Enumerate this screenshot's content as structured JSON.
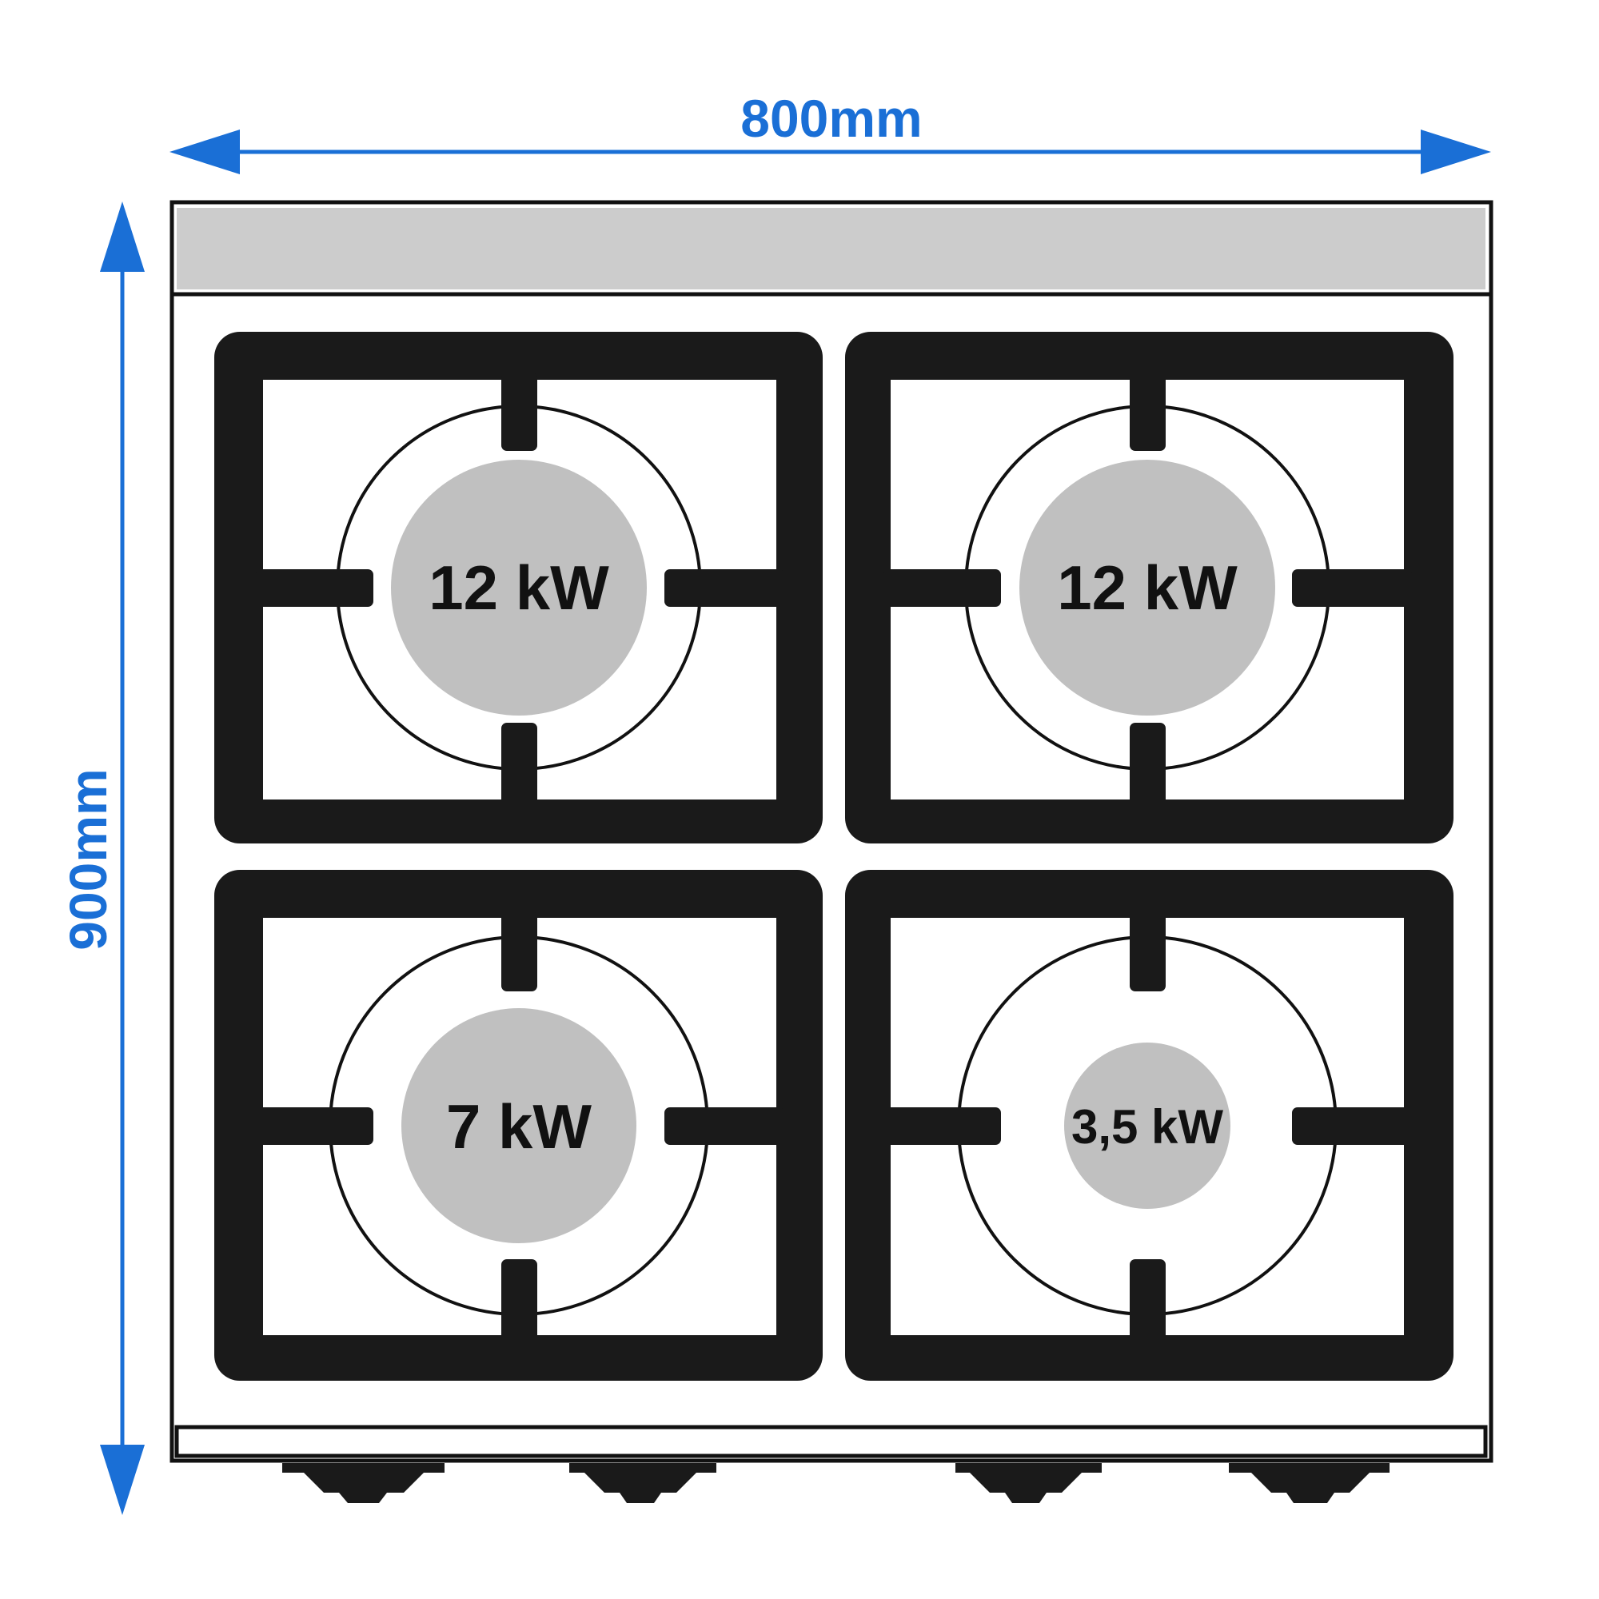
{
  "dimensions": {
    "width_label": "800mm",
    "height_label": "900mm"
  },
  "burners": [
    {
      "power_label": "12 kW"
    },
    {
      "power_label": "12 kW"
    },
    {
      "power_label": "7 kW"
    },
    {
      "power_label": "3,5 kW"
    }
  ],
  "colors": {
    "dimension": "#1a6fd6",
    "outline": "#111111",
    "grate": "#1a1a1a",
    "burner_cap": "#c0c0c0",
    "back_panel": "#cccccc",
    "background": "#ffffff"
  }
}
